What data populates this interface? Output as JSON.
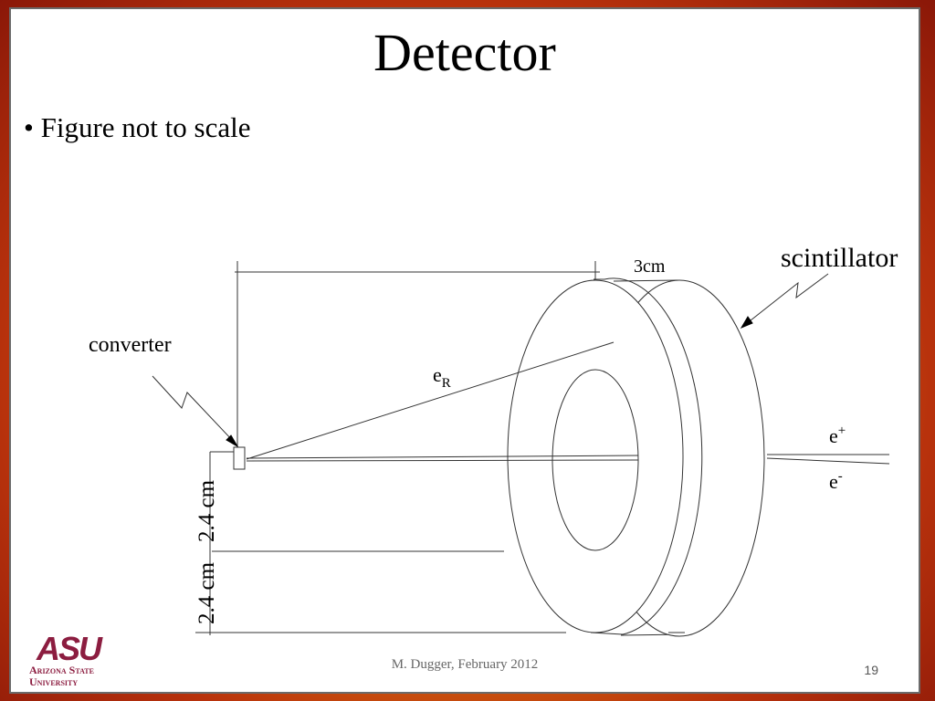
{
  "slide": {
    "title": "Detector",
    "bullet": "• Figure not to scale",
    "footer": "M. Dugger, February 2012",
    "page_number": "19"
  },
  "diagram": {
    "label_scintillator": "scintillator",
    "label_converter": "converter",
    "label_length": "3cm",
    "label_eR_base": "e",
    "label_eR_sub": "R",
    "label_eplus_base": "e",
    "label_eplus_sup": "+",
    "label_eminus_base": "e",
    "label_eminus_sup": "-",
    "label_upper_dim": "2.4 cm",
    "label_lower_dim": "2.4 cm"
  },
  "logo": {
    "mark": "ASU",
    "line1": "Arizona State",
    "line2": "University"
  }
}
